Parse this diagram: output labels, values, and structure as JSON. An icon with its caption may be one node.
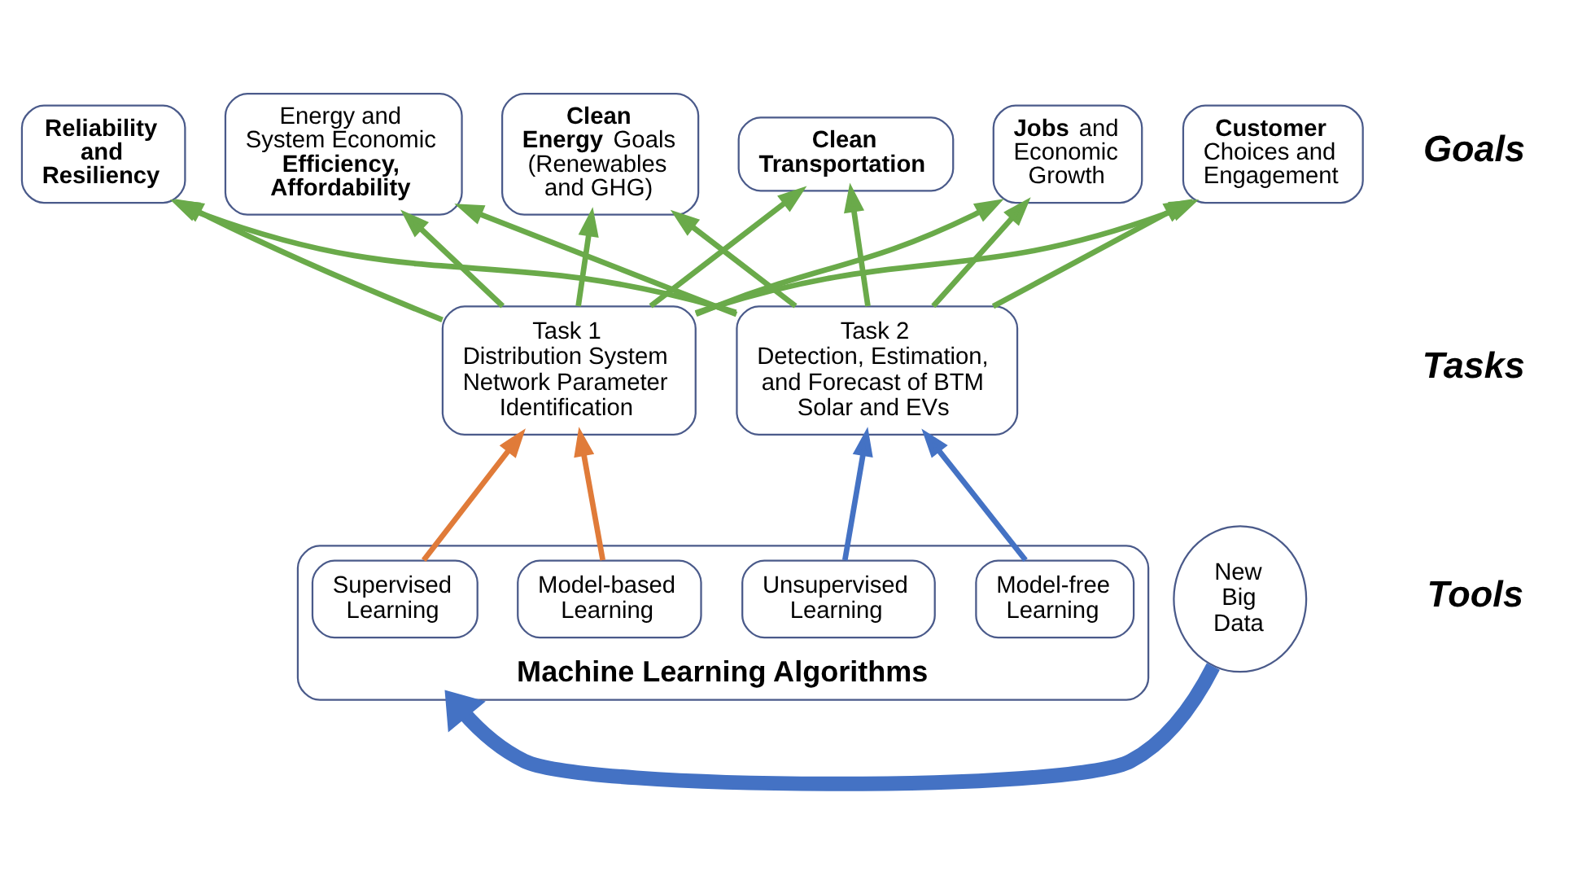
{
  "diagram": {
    "nodes": [
      {
        "text": [
          "Reliability and Resiliency"
        ]
      },
      {
        "text": [
          "Energy and System Economic **Efficiency, Affordability**"
        ]
      },
      {
        "text": [
          "**Clean Energy** Goals (Renewables and GHG)"
        ]
      },
      {
        "text": [
          "Clean Transportation"
        ]
      },
      {
        "text": [
          "**Jobs** and Economic Growth"
        ]
      },
      {
        "text": [
          "**Customer** Choices and Engagement"
        ]
      },
      {
        "text": [
          "Task 1",
          "Distribution System Network Parameter Identification"
        ]
      },
      {
        "text": [
          "Task 2",
          "Detection, Estimation, and Forecast of BTM Solar and EVs"
        ]
      },
      {
        "text": [
          "Machine Learning Algorithms"
        ]
      },
      {
        "text": [
          "Supervised Learning"
        ],
        "in": 8
      },
      {
        "text": [
          "Model-based Learning"
        ],
        "in": 8
      },
      {
        "text": [
          "Unsupervised Learning"
        ],
        "in": 8
      },
      {
        "text": [
          "Model-free Learning"
        ],
        "in": 8
      },
      {
        "text": [
          "New Big Data"
        ]
      }
    ],
    "edges": [
      {
        "from": 6,
        "to": 0,
        "arrow": "to"
      },
      {
        "from": 6,
        "to": 1,
        "arrow": "to"
      },
      {
        "from": 6,
        "to": 2,
        "arrow": "to"
      },
      {
        "from": 6,
        "to": 3,
        "arrow": "to"
      },
      {
        "from": 6,
        "to": 4,
        "arrow": "to"
      },
      {
        "from": 6,
        "to": 5,
        "arrow": "to"
      },
      {
        "from": 7,
        "to": 0,
        "arrow": "to"
      },
      {
        "from": 7,
        "to": 1,
        "arrow": "to"
      },
      {
        "from": 7,
        "to": 2,
        "arrow": "to"
      },
      {
        "from": 7,
        "to": 3,
        "arrow": "to"
      },
      {
        "from": 7,
        "to": 4,
        "arrow": "to"
      },
      {
        "from": 7,
        "to": 5,
        "arrow": "to"
      },
      {
        "from": 9,
        "to": 6,
        "arrow": "to",
        "color": "#e07b39"
      },
      {
        "from": 10,
        "to": 6,
        "arrow": "to",
        "color": "#e07b39"
      },
      {
        "from": 11,
        "to": 7,
        "arrow": "to",
        "color": "#4472c4"
      },
      {
        "from": 12,
        "to": 7,
        "arrow": "to",
        "color": "#4472c4"
      },
      {
        "from": 13,
        "to": 8,
        "arrow": "to",
        "style": "thick",
        "color": "#4472c4"
      }
    ],
    "labels": [
      "Goals",
      "Tasks",
      "Tools"
    ]
  }
}
